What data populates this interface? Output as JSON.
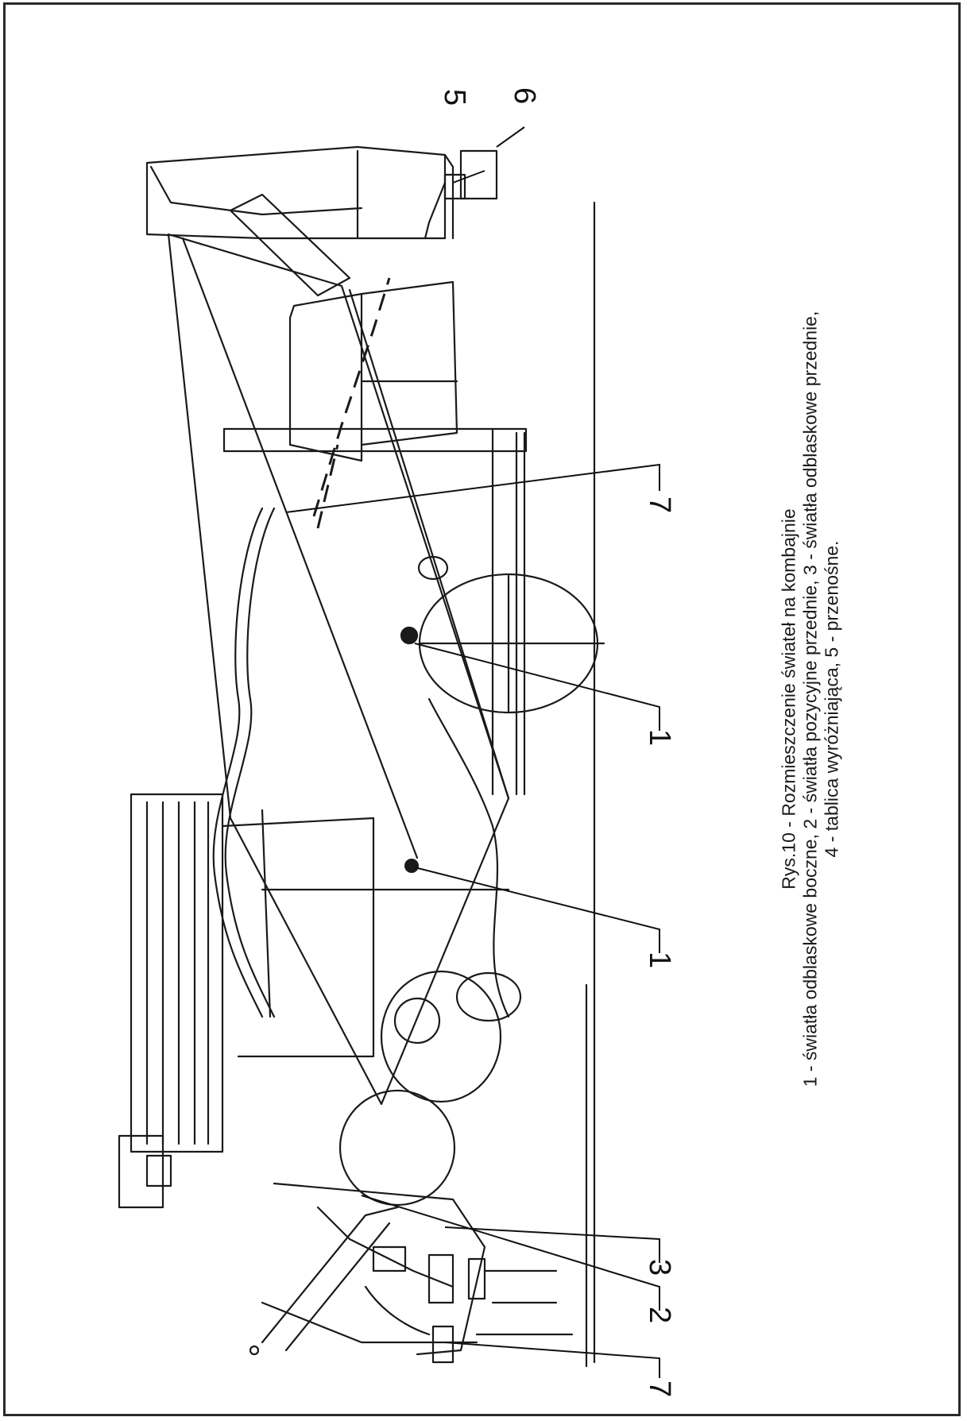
{
  "caption": {
    "title": "Rys.10 - Rozmieszczenie świateł na kombajnie",
    "line1": "1 - światła odblaskowe boczne, 2 - światła pozycyjne przednie, 3 - światła odblaskowe przednie,",
    "line2": "4 - tablica wyróżniająca, 5 - przenośne."
  },
  "labels": {
    "l1a": "1",
    "l1b": "1",
    "l2": "2",
    "l3": "3",
    "l5": "5",
    "l6": "6",
    "l7a": "7",
    "l7b": "7"
  }
}
